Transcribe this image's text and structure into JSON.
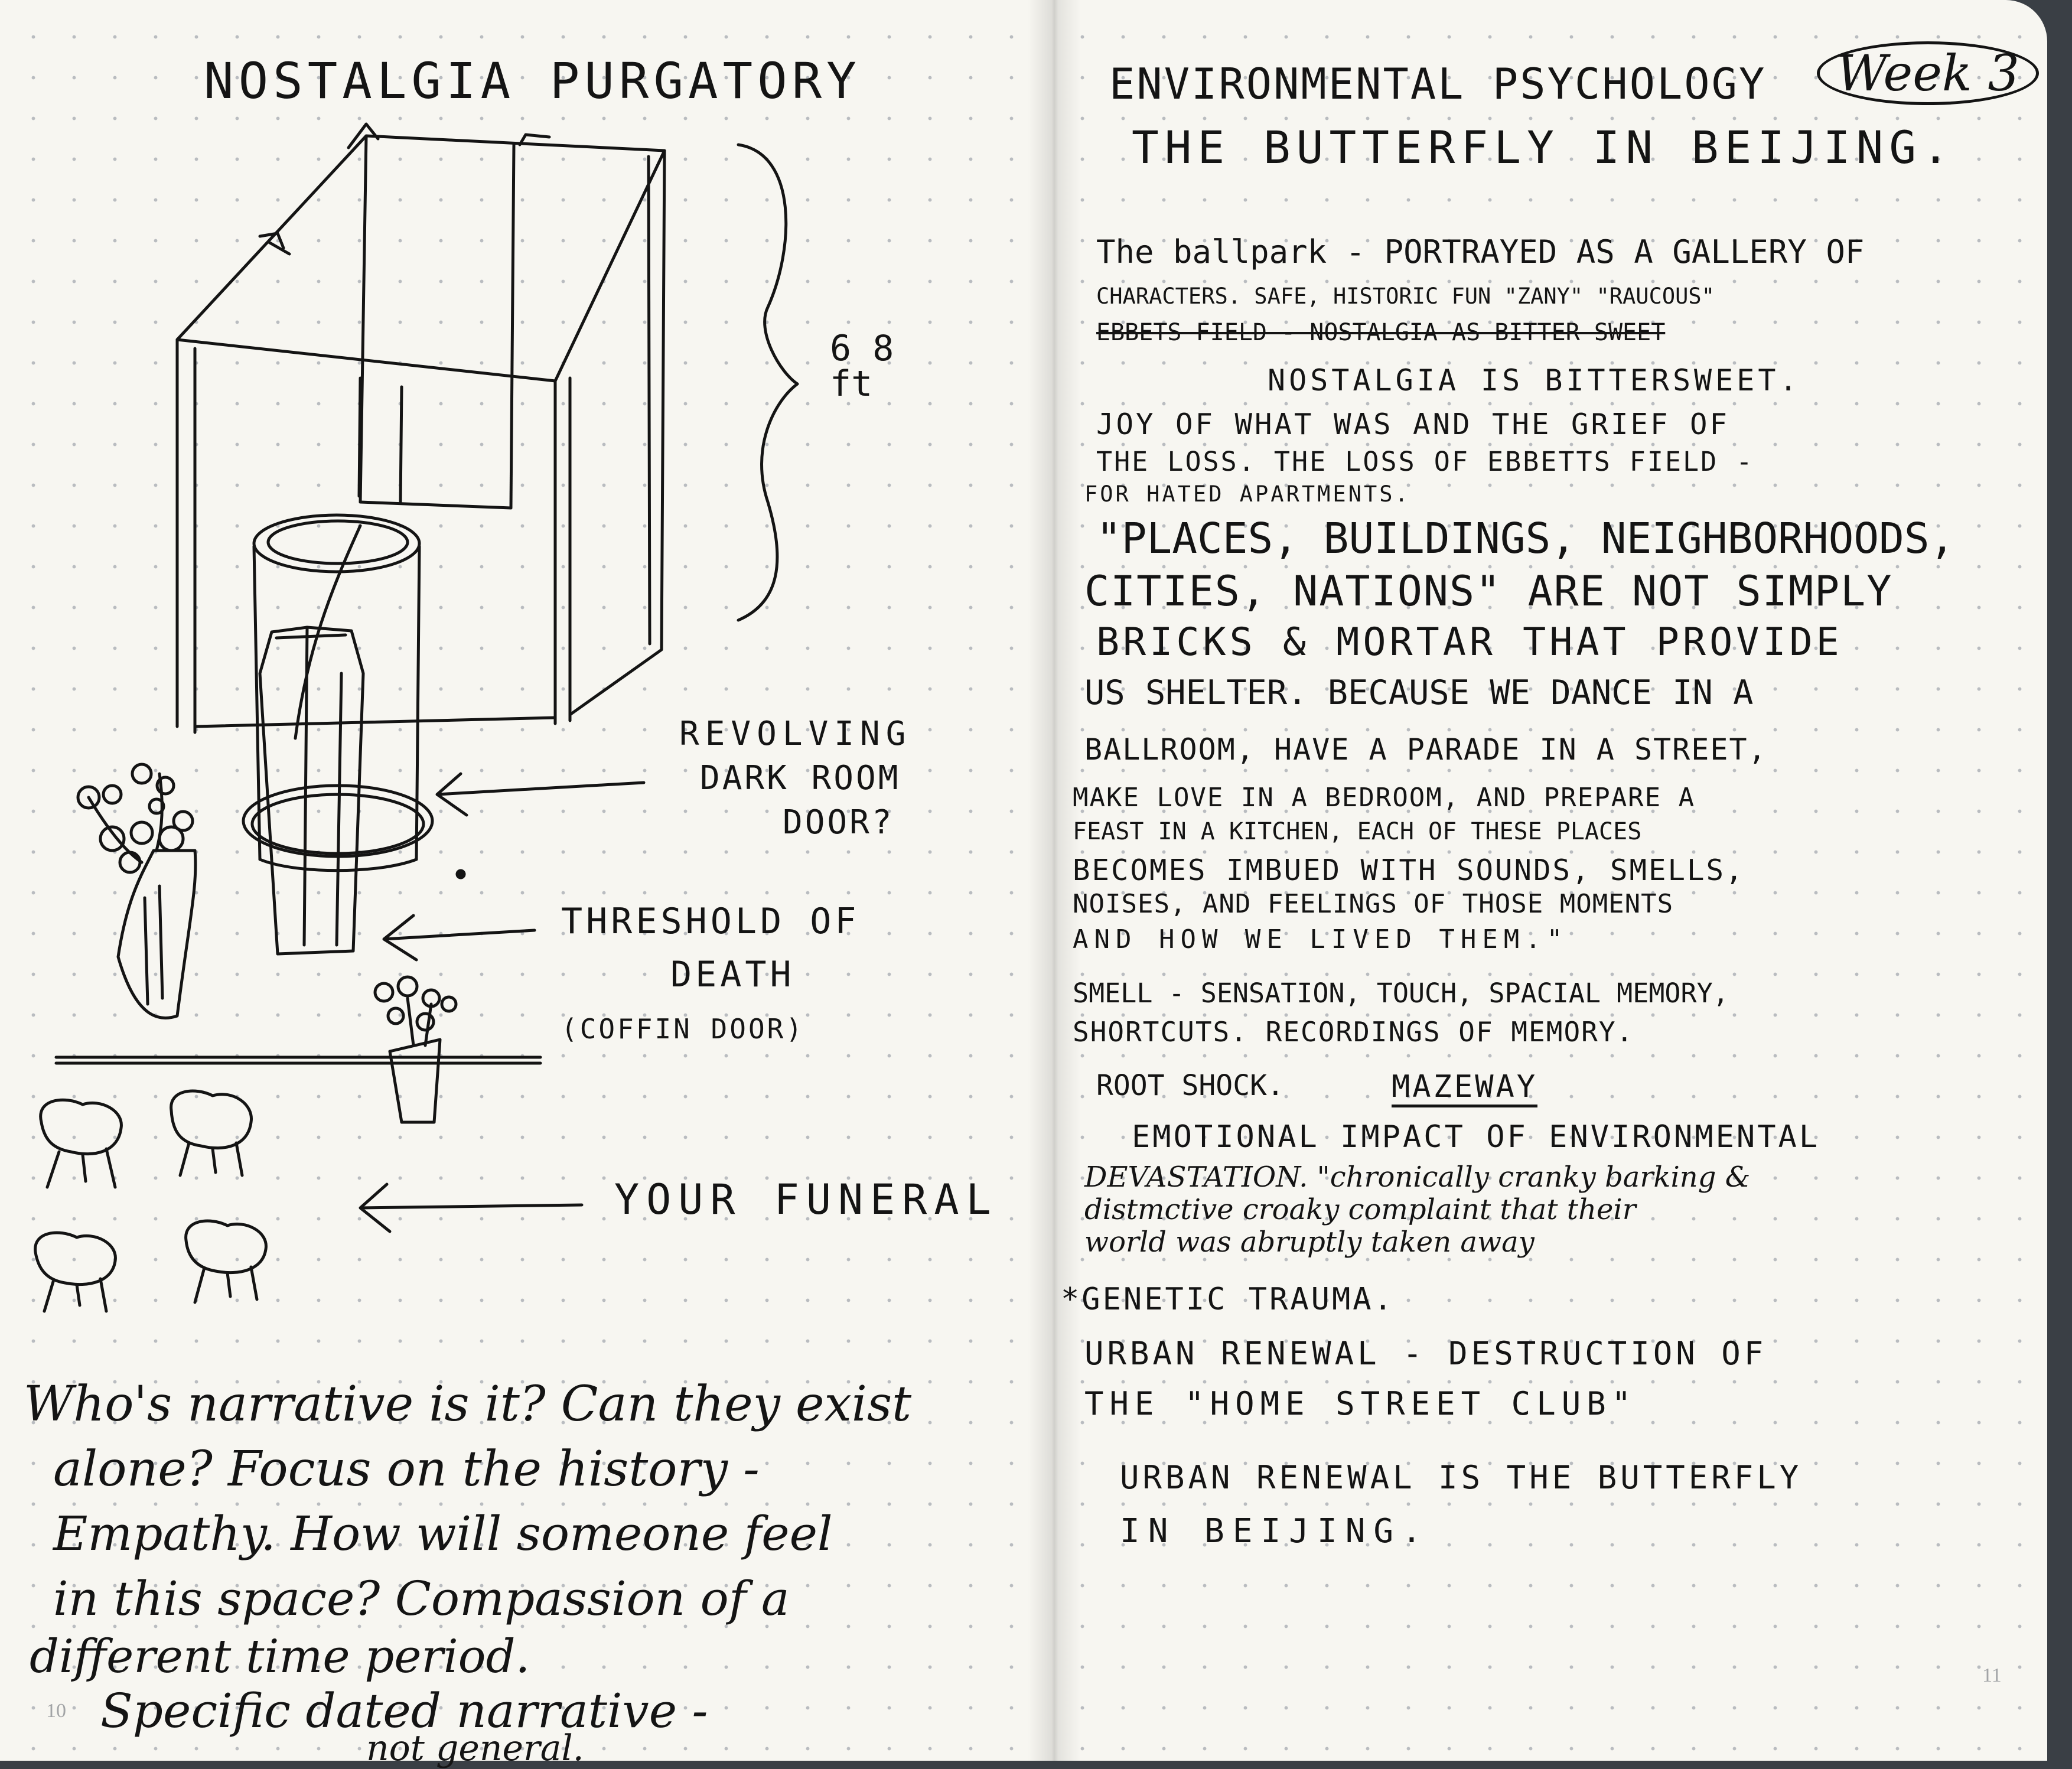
{
  "left_page": {
    "title": "NOSTALGIA PURGATORY",
    "height_label": "6 8 ft",
    "labels": {
      "revolving_1": "REVOLVING",
      "revolving_2": "DARK ROOM",
      "revolving_3": "DOOR?",
      "threshold_1": "THRESHOLD OF",
      "threshold_2": "DEATH",
      "threshold_3": "(COFFIN DOOR)",
      "funeral": "YOUR FUNERAL"
    },
    "notes": [
      "Who's narrative is it? Can they exist",
      "alone? Focus on the history -",
      "Empathy. How will someone feel",
      "in this space? Compassion of a",
      "different time period.",
      "Specific dated narrative -",
      "not general."
    ],
    "page_number": "10"
  },
  "right_page": {
    "title": "ENVIRONMENTAL PSYCHOLOGY",
    "week": "Week 3",
    "subtitle": "THE BUTTERFLY IN BEIJING.",
    "lines": {
      "l1": "The ballpark - PORTRAYED AS A GALLERY OF",
      "l2": "CHARACTERS. SAFE, HISTORIC FUN \"ZANY\" \"RAUCOUS\"",
      "l3": "EBBETS FIELD - NOSTALGIA AS BITTER SWEET",
      "l4": "NOSTALGIA IS BITTERSWEET.",
      "l5": "JOY OF WHAT WAS AND THE GRIEF OF",
      "l6": "THE LOSS. THE LOSS OF EBBETTS FIELD -",
      "l7": "FOR HATED APARTMENTS.",
      "l8": "\"PLACES, BUILDINGS, NEIGHBORHOODS,",
      "l9": "CITIES, NATIONS\" ARE NOT SIMPLY",
      "l10": "BRICKS & MORTAR THAT PROVIDE",
      "l11": "US SHELTER. BECAUSE WE DANCE IN A",
      "l12": "BALLROOM, HAVE A PARADE IN A STREET,",
      "l13": "MAKE LOVE IN A BEDROOM, AND PREPARE A",
      "l14": "FEAST IN A KITCHEN, EACH OF THESE PLACES",
      "l15": "BECOMES IMBUED WITH SOUNDS, SMELLS,",
      "l16": "NOISES, AND FEELINGS OF THOSE MOMENTS",
      "l17": "AND HOW WE LIVED THEM.\"",
      "l18": "SMELL - SENSATION, TOUCH, SPACIAL MEMORY,",
      "l19": "SHORTCUTS. RECORDINGS OF MEMORY.",
      "l20a": "ROOT SHOCK.",
      "l20b": "MAZEWAY",
      "l21": "EMOTIONAL IMPACT OF ENVIRONMENTAL",
      "l22": "DEVASTATION. \"chronically cranky barking &",
      "l23": "distmctive croaky complaint that their",
      "l24": "world was abruptly taken away",
      "l25": "*GENETIC TRAUMA.",
      "l26": "URBAN RENEWAL - DESTRUCTION OF",
      "l27": "THE \"HOME STREET CLUB\"",
      "l28": "URBAN RENEWAL IS THE BUTTERFLY",
      "l29": "IN BEIJING."
    },
    "page_number": "11"
  },
  "colors": {
    "paper": "#f7f6f1",
    "ink": "#141414",
    "dots": "#b9bcc0",
    "background": "#3a3f45"
  }
}
